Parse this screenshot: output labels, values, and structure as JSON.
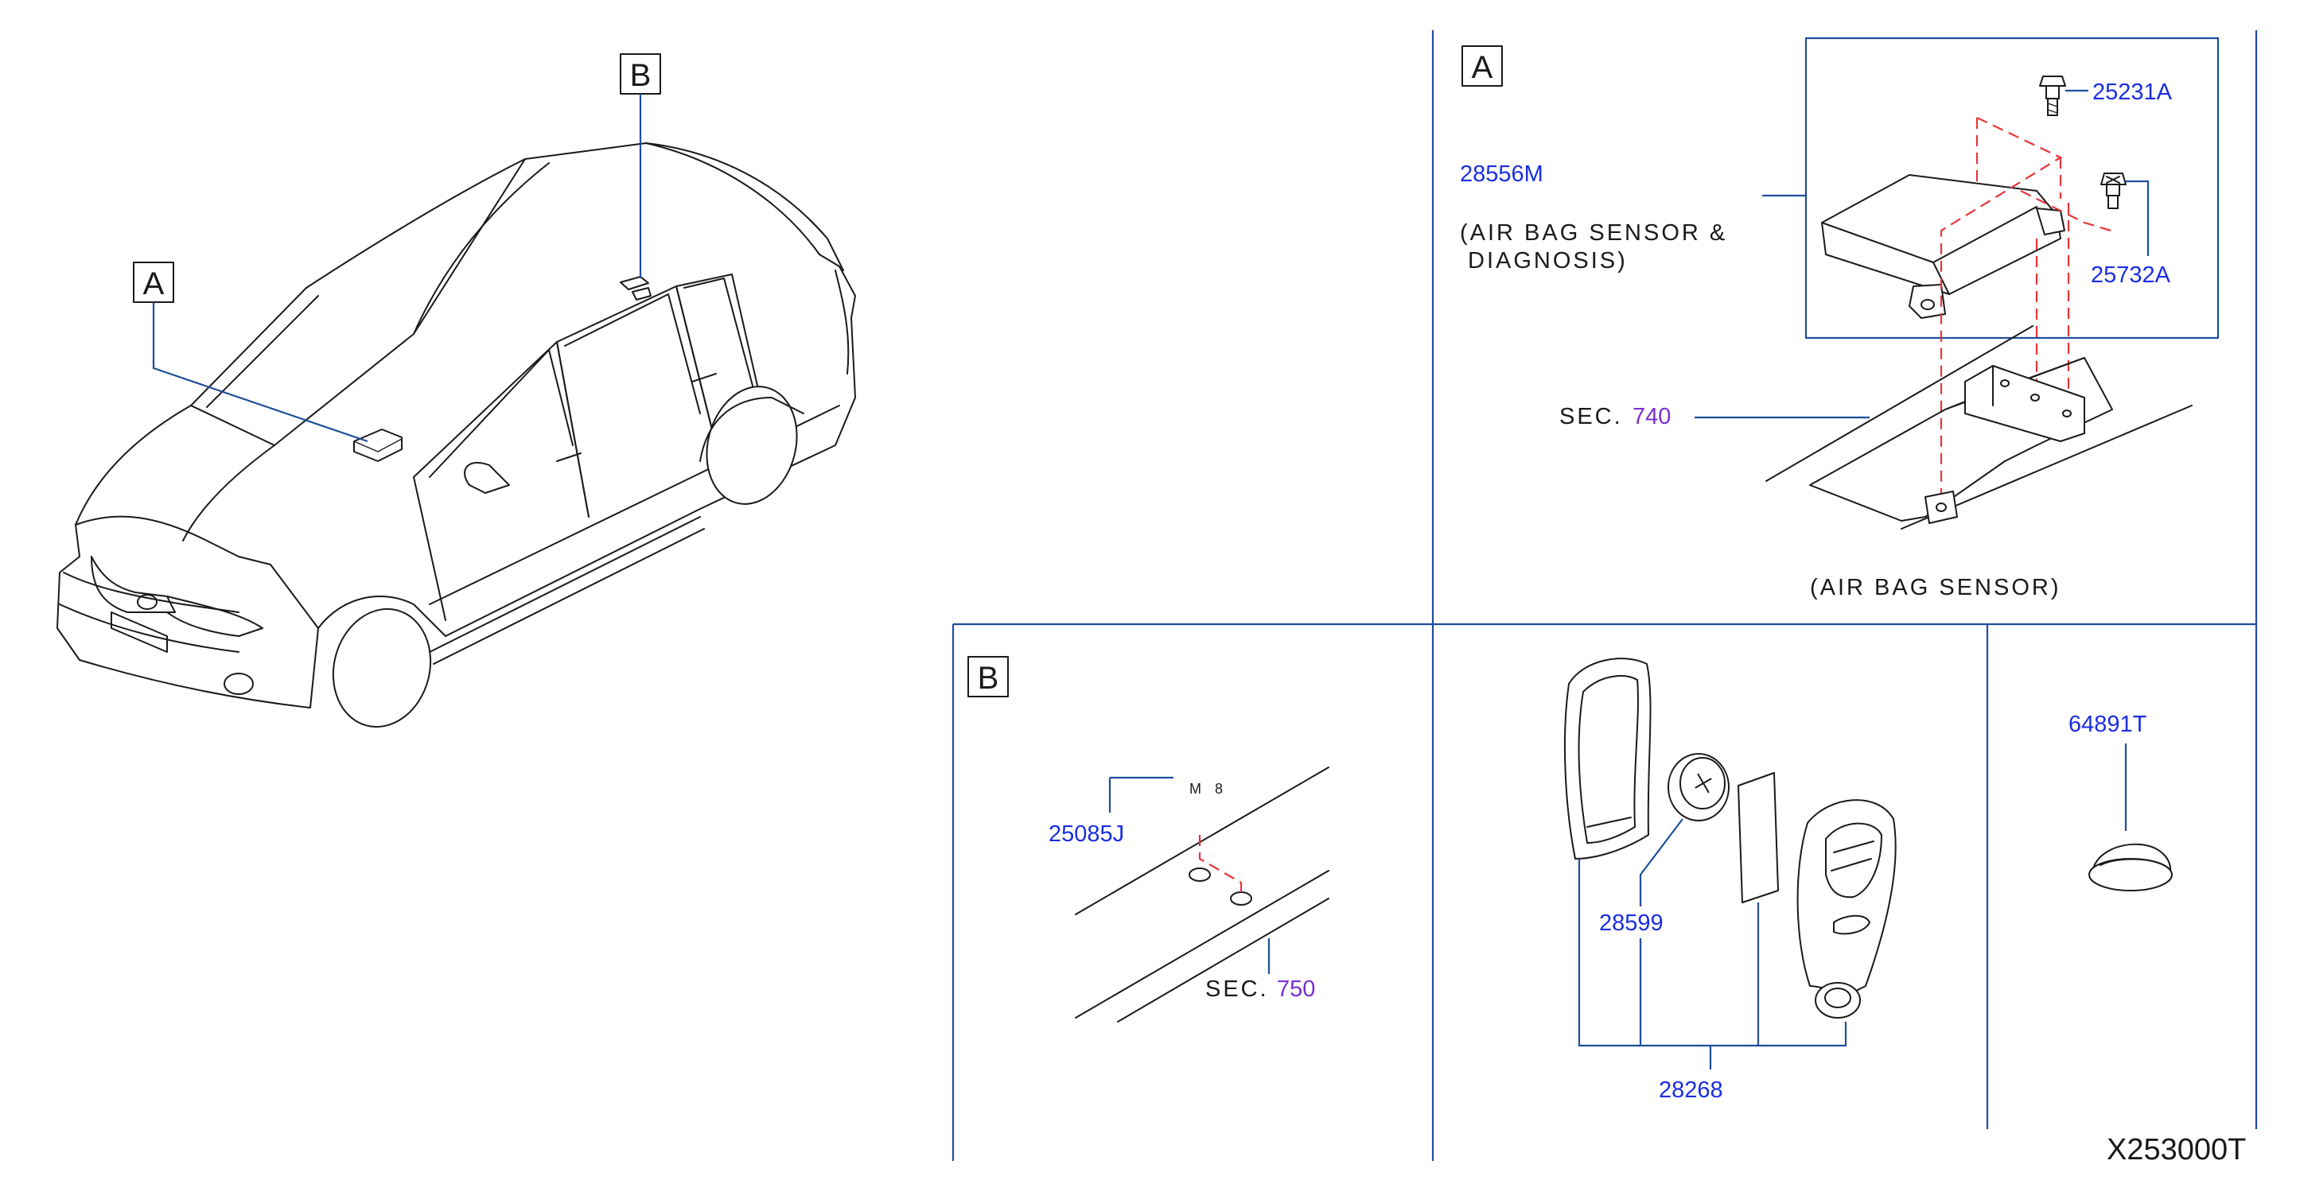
{
  "callouts": {
    "a": "A",
    "b": "B"
  },
  "panel_a": {
    "label": "A",
    "module_part": "28556M",
    "module_desc_line1": "(AIR BAG SENSOR &",
    "module_desc_line2": "DIAGNOSIS)",
    "bolt_1": "25231A",
    "bolt_2": "25732A",
    "sec_prefix": "SEC.",
    "sec_number": "740",
    "caption": "(AIR BAG SENSOR)"
  },
  "panel_b": {
    "label": "B",
    "part": "25085J",
    "size_mark": "M 8",
    "sec_prefix": "SEC.",
    "sec_number": "750"
  },
  "panel_key": {
    "battery": "28599",
    "assembly": "28268"
  },
  "panel_plug": {
    "part": "64891T"
  },
  "diagram_code": "X253000T"
}
